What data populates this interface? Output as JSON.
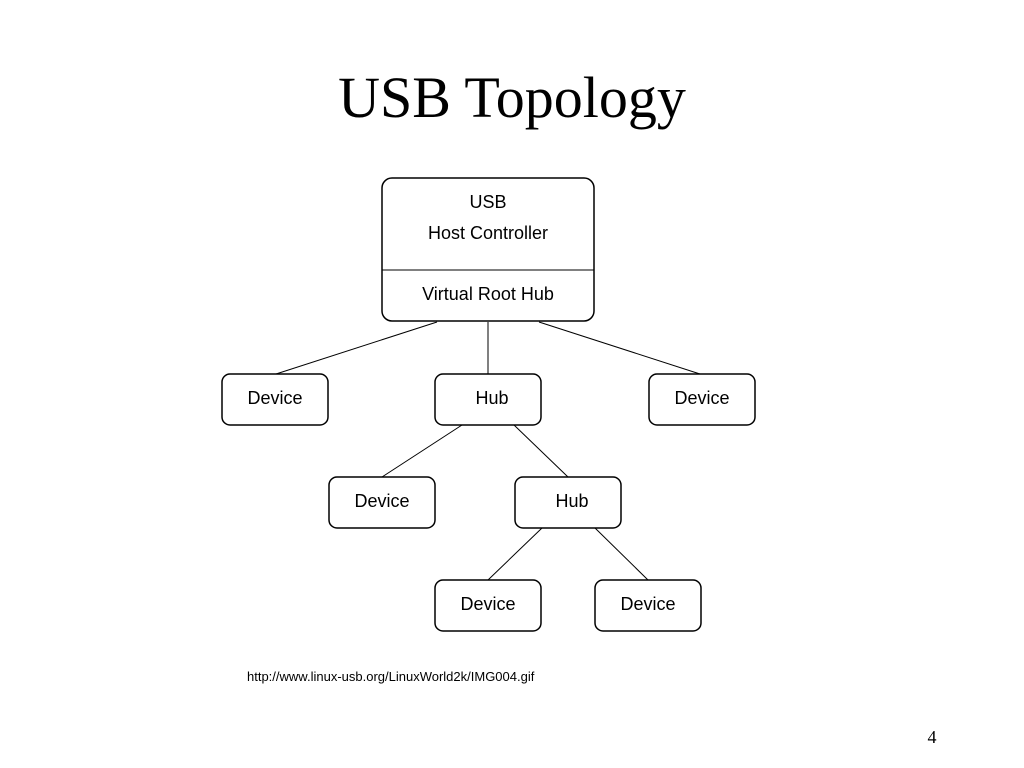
{
  "slide": {
    "title": "USB Topology",
    "source_url": "http://www.linux-usb.org/LinuxWorld2k/IMG004.gif",
    "page_number": "4"
  },
  "diagram": {
    "host_controller": {
      "line1": "USB",
      "line2": "Host Controller",
      "root_hub": "Virtual Root Hub"
    },
    "level1": {
      "left_device": "Device",
      "hub": "Hub",
      "right_device": "Device"
    },
    "level2": {
      "device": "Device",
      "hub": "Hub"
    },
    "level3": {
      "left_device": "Device",
      "right_device": "Device"
    }
  }
}
